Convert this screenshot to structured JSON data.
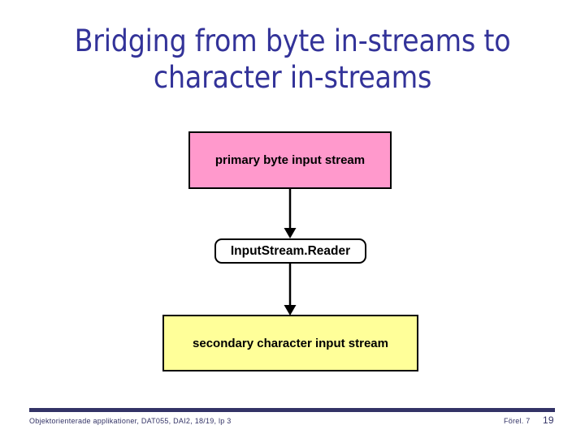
{
  "slide": {
    "title": "Bridging from byte in-streams to\ncharacter in-streams",
    "title_color": "#333399",
    "background_color": "#ffffff"
  },
  "diagram": {
    "type": "flow",
    "nodes": [
      {
        "id": "primary",
        "label": "primary byte input stream",
        "shape": "rectangle",
        "fill": "#ff99cc",
        "stroke": "#000000"
      },
      {
        "id": "reader",
        "label": "InputStream.Reader",
        "shape": "rounded-rectangle",
        "fill": "#ffffff",
        "stroke": "#000000"
      },
      {
        "id": "secondary",
        "label": "secondary character input stream",
        "shape": "rectangle",
        "fill": "#ffff99",
        "stroke": "#000000"
      }
    ],
    "edges": [
      {
        "from": "primary",
        "to": "reader",
        "style": "arrow-down"
      },
      {
        "from": "reader",
        "to": "secondary",
        "style": "arrow-down"
      }
    ]
  },
  "footer": {
    "course": "Objektorienterade applikationer, DAT055, DAI2, 18/19, lp 3",
    "lecture": "Förel. 7",
    "page": "19",
    "rule_color": "#333366"
  }
}
